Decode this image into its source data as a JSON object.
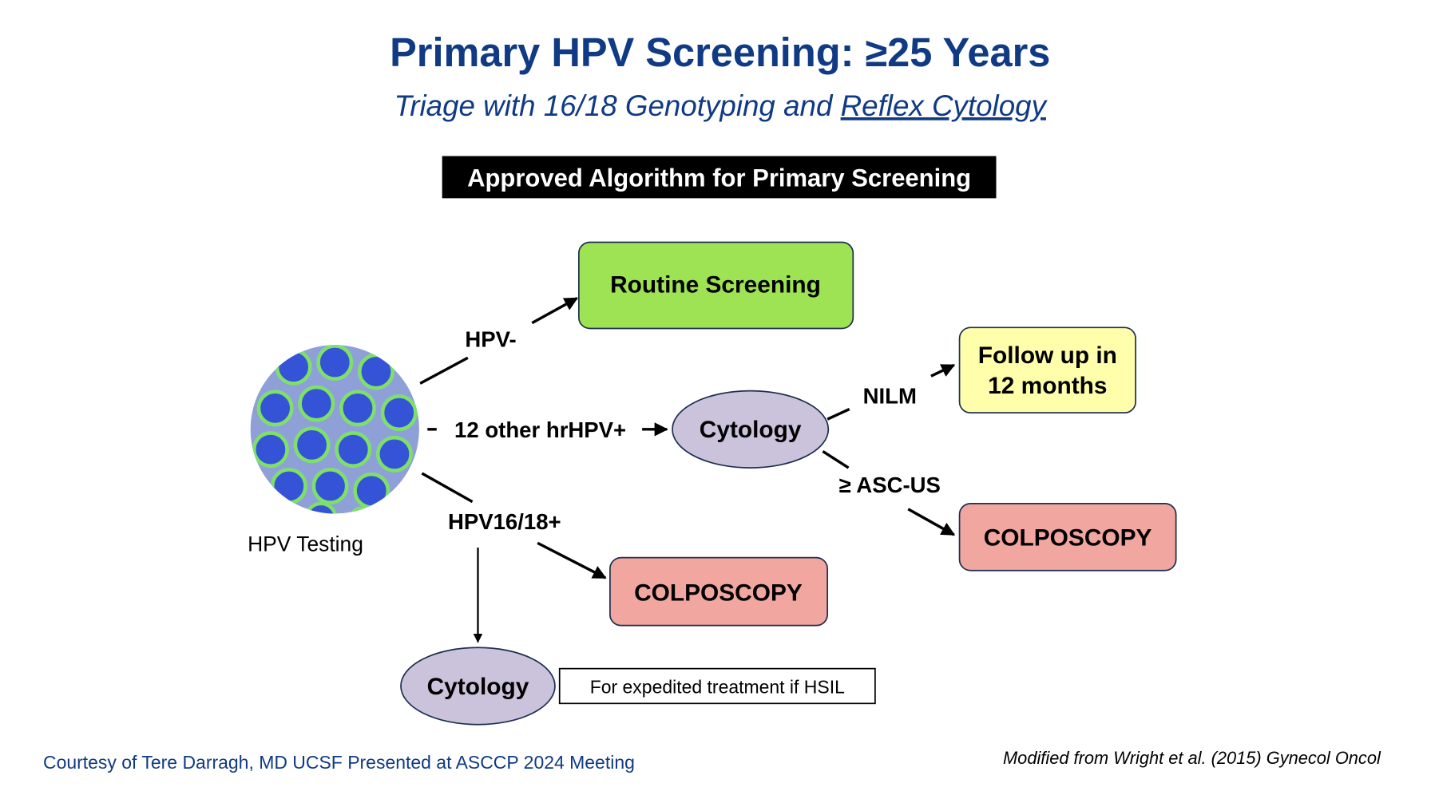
{
  "title": "Primary HPV Screening: ≥25 Years",
  "subtitle_prefix": "Triage with 16/18 Genotyping and ",
  "subtitle_underlined": "Reflex Cytology",
  "banner": "Approved Algorithm for Primary Screening",
  "source": {
    "label": "HPV Testing",
    "icon": "hpv-virus-icon"
  },
  "branches": {
    "hpv_negative": "HPV-",
    "other_hr": "12 other hrHPV+",
    "hpv1618": "HPV16/18+",
    "nilm": "NILM",
    "ascus": "≥ ASC-US"
  },
  "nodes": {
    "routine": "Routine Screening",
    "cytology_mid": "Cytology",
    "followup_line1": "Follow up in",
    "followup_line2": "12 months",
    "colposcopy_right": "COLPOSCOPY",
    "colposcopy_bottom": "COLPOSCOPY",
    "cytology_bottom": "Cytology",
    "expedited_note": "For expedited treatment if HSIL"
  },
  "footer": {
    "courtesy": "Courtesy of Tere Darragh, MD UCSF Presented at ASCCP 2024 Meeting",
    "reference": "Modified from Wright et al. (2015) Gynecol Oncol"
  },
  "colors": {
    "title": "#103a84",
    "green": "#9de353",
    "yellow": "#ffffab",
    "pink": "#f2a6a0",
    "lavender": "#cbc3dc"
  }
}
